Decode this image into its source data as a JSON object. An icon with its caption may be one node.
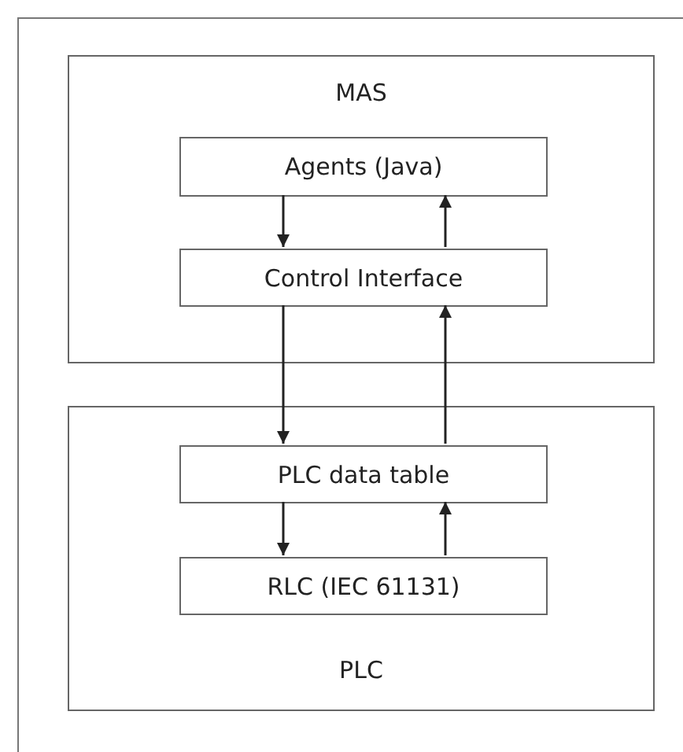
{
  "diagram": {
    "nodes": [
      {
        "text": [
          "MAS"
        ]
      },
      {
        "text": [
          "Agents (Java)"
        ],
        "in": 0
      },
      {
        "text": [
          "Control Interface"
        ],
        "in": 0
      },
      {
        "text": [
          "PLC"
        ]
      },
      {
        "text": [
          "PLC data table"
        ],
        "in": 3
      },
      {
        "text": [
          "RLC (IEC 61131)"
        ],
        "in": 3
      }
    ],
    "edges": [
      {
        "from": 1,
        "to": 2,
        "arrow": "to"
      },
      {
        "from": 2,
        "to": 1,
        "arrow": "to"
      },
      {
        "from": 2,
        "to": 4,
        "arrow": "to"
      },
      {
        "from": 4,
        "to": 2,
        "arrow": "to"
      },
      {
        "from": 4,
        "to": 5,
        "arrow": "to"
      },
      {
        "from": 5,
        "to": 4,
        "arrow": "to"
      }
    ]
  }
}
